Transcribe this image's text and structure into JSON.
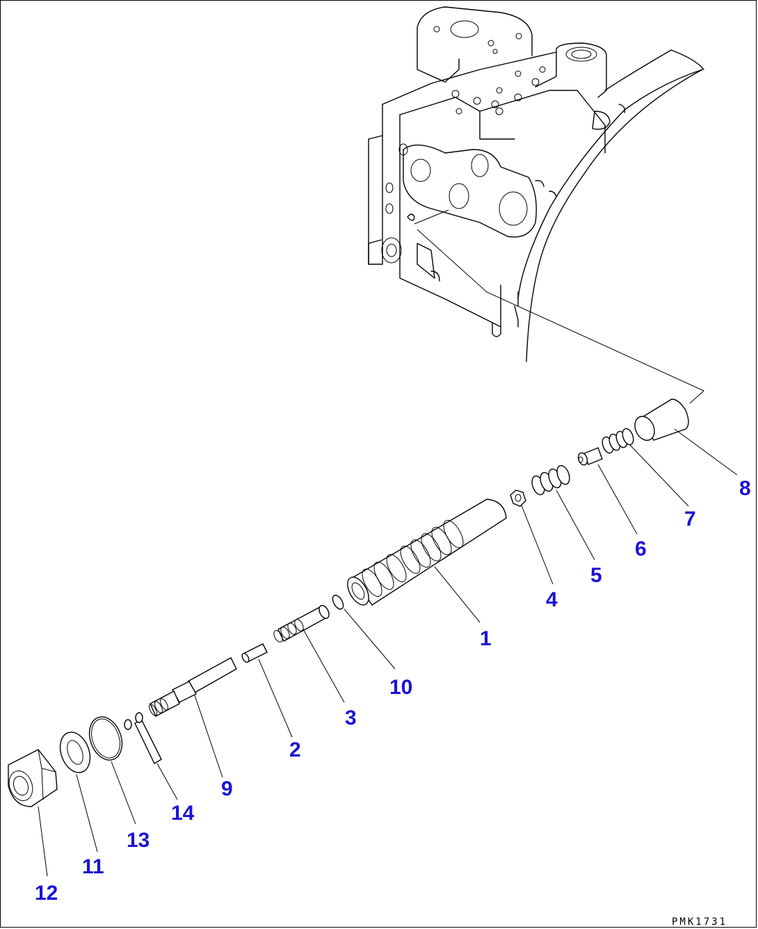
{
  "callouts": [
    {
      "id": "1",
      "label": "1"
    },
    {
      "id": "2",
      "label": "2"
    },
    {
      "id": "3",
      "label": "3"
    },
    {
      "id": "4",
      "label": "4"
    },
    {
      "id": "5",
      "label": "5"
    },
    {
      "id": "6",
      "label": "6"
    },
    {
      "id": "7",
      "label": "7"
    },
    {
      "id": "8",
      "label": "8"
    },
    {
      "id": "9",
      "label": "9"
    },
    {
      "id": "10",
      "label": "10"
    },
    {
      "id": "11",
      "label": "11"
    },
    {
      "id": "12",
      "label": "12"
    },
    {
      "id": "13",
      "label": "13"
    },
    {
      "id": "14",
      "label": "14"
    }
  ],
  "drawing_code": "PMK1731",
  "colors": {
    "callout": "#1a12d6",
    "line": "#000000",
    "background": "#ffffff"
  }
}
